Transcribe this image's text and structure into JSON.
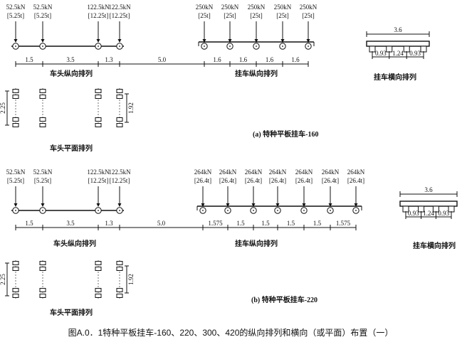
{
  "figure_caption": "图A.0．1特种平板挂车-160、220、300、420的纵向排列和横向（或平面）布置（一）",
  "panel_a": {
    "title": "(a)  特种平板挂车-160",
    "tractor_loads": [
      {
        "kn": "52.5kN",
        "t": "[5.25t]"
      },
      {
        "kn": "52.5kN",
        "t": "[5.25t]"
      },
      {
        "kn": "122.5kN",
        "t": "[12.25t]"
      },
      {
        "kn": "122.5kN",
        "t": "[12.25t]"
      }
    ],
    "trailer_loads": [
      {
        "kn": "250kN",
        "t": "[25t]"
      },
      {
        "kn": "250kN",
        "t": "[25t]"
      },
      {
        "kn": "250kN",
        "t": "[25t]"
      },
      {
        "kn": "250kN",
        "t": "[25t]"
      },
      {
        "kn": "250kN",
        "t": "[25t]"
      }
    ],
    "tractor_spacings": [
      "1.5",
      "3.5",
      "1.3"
    ],
    "gap": "5.0",
    "trailer_spacings": [
      "1.6",
      "1.6",
      "1.6",
      "1.6"
    ],
    "label_tractor_long": "车头纵向排列",
    "label_trailer_long": "挂车纵向排列",
    "label_tractor_plan": "车头平面排列",
    "label_trailer_trans": "挂车横向排列",
    "plan_dim_left": "2.25",
    "plan_dim_right": "1.92",
    "trans_width": "3.6",
    "trans_spacings": [
      "0.93",
      "1.24",
      "0.93"
    ]
  },
  "panel_b": {
    "title": "(b)  特种平板挂车-220",
    "tractor_loads": [
      {
        "kn": "52.5kN",
        "t": "[5.25t]"
      },
      {
        "kn": "52.5kN",
        "t": "[5.25t]"
      },
      {
        "kn": "122.5kN",
        "t": "[12.25t]"
      },
      {
        "kn": "122.5kN",
        "t": "[12.25t]"
      }
    ],
    "trailer_loads": [
      {
        "kn": "264kN",
        "t": "[26.4t]"
      },
      {
        "kn": "264kN",
        "t": "[26.4t]"
      },
      {
        "kn": "264kN",
        "t": "[26.4t]"
      },
      {
        "kn": "264kN",
        "t": "[26.4t]"
      },
      {
        "kn": "264kN",
        "t": "[26.4t]"
      },
      {
        "kn": "264kN",
        "t": "[26.4t]"
      },
      {
        "kn": "264kN",
        "t": "[26.4t]"
      }
    ],
    "tractor_spacings": [
      "1.5",
      "3.5",
      "1.3"
    ],
    "gap": "5.0",
    "trailer_spacings": [
      "1.575",
      "1.5",
      "1.5",
      "1.5",
      "1.5",
      "1.575"
    ],
    "label_tractor_long": "车头纵向排列",
    "label_trailer_long": "挂车纵向排列",
    "label_tractor_plan": "车头平面排列",
    "label_trailer_trans": "挂车横向排列",
    "plan_dim_left": "2.25",
    "plan_dim_right": "1.92",
    "trans_width": "3.6",
    "trans_spacings": [
      "0.93",
      "1.24",
      "0.93"
    ]
  }
}
